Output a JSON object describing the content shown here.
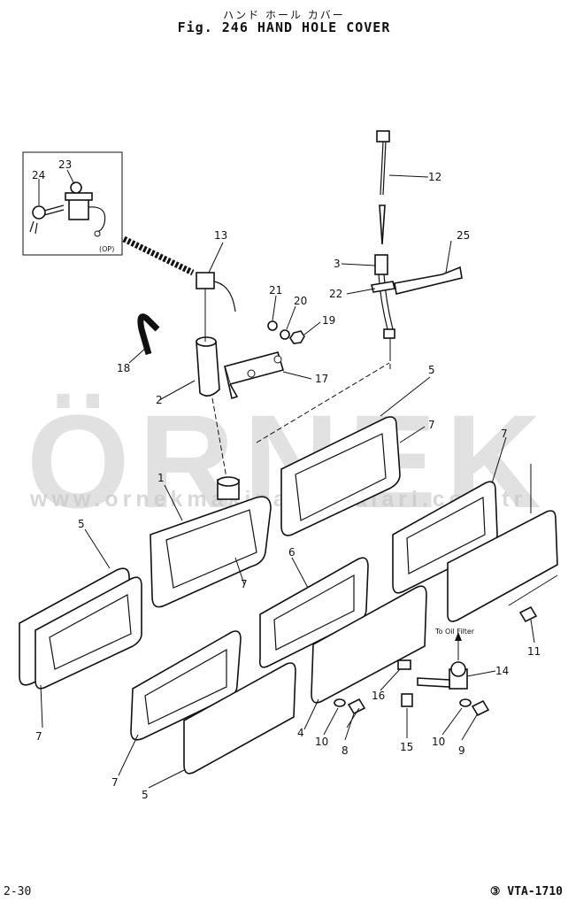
{
  "header": {
    "title_jp": "ハンド ホール カバー",
    "title": "Fig. 246   HAND HOLE COVER"
  },
  "footer": {
    "page_number": "2-30",
    "doc_code": "③ VTA-1710"
  },
  "watermark": {
    "brand": "ÖRNEK",
    "url": "www.ornekmakinaparcalari.com.tr",
    "color": "#c8c8c8"
  },
  "inset": {
    "note": "(OP)"
  },
  "annotations": {
    "oil_filter": "To Oil Filter"
  },
  "callouts": [
    {
      "id": "c1",
      "text": "1"
    },
    {
      "id": "c2",
      "text": "2"
    },
    {
      "id": "c3",
      "text": "3"
    },
    {
      "id": "c4",
      "text": "4"
    },
    {
      "id": "c5a",
      "text": "5"
    },
    {
      "id": "c5b",
      "text": "5"
    },
    {
      "id": "c5c",
      "text": "5"
    },
    {
      "id": "c6",
      "text": "6"
    },
    {
      "id": "c7a",
      "text": "7"
    },
    {
      "id": "c7b",
      "text": "7"
    },
    {
      "id": "c7c",
      "text": "7"
    },
    {
      "id": "c7d",
      "text": "7"
    },
    {
      "id": "c7e",
      "text": "7"
    },
    {
      "id": "c8",
      "text": "8"
    },
    {
      "id": "c9",
      "text": "9"
    },
    {
      "id": "c10a",
      "text": "10"
    },
    {
      "id": "c10b",
      "text": "10"
    },
    {
      "id": "c11",
      "text": "11"
    },
    {
      "id": "c12",
      "text": "12"
    },
    {
      "id": "c13",
      "text": "13"
    },
    {
      "id": "c14",
      "text": "14"
    },
    {
      "id": "c15",
      "text": "15"
    },
    {
      "id": "c16",
      "text": "16"
    },
    {
      "id": "c17",
      "text": "17"
    },
    {
      "id": "c18",
      "text": "18"
    },
    {
      "id": "c19",
      "text": "19"
    },
    {
      "id": "c20",
      "text": "20"
    },
    {
      "id": "c21",
      "text": "21"
    },
    {
      "id": "c22",
      "text": "22"
    },
    {
      "id": "c23",
      "text": "23"
    },
    {
      "id": "c24",
      "text": "24"
    },
    {
      "id": "c25",
      "text": "25"
    }
  ]
}
